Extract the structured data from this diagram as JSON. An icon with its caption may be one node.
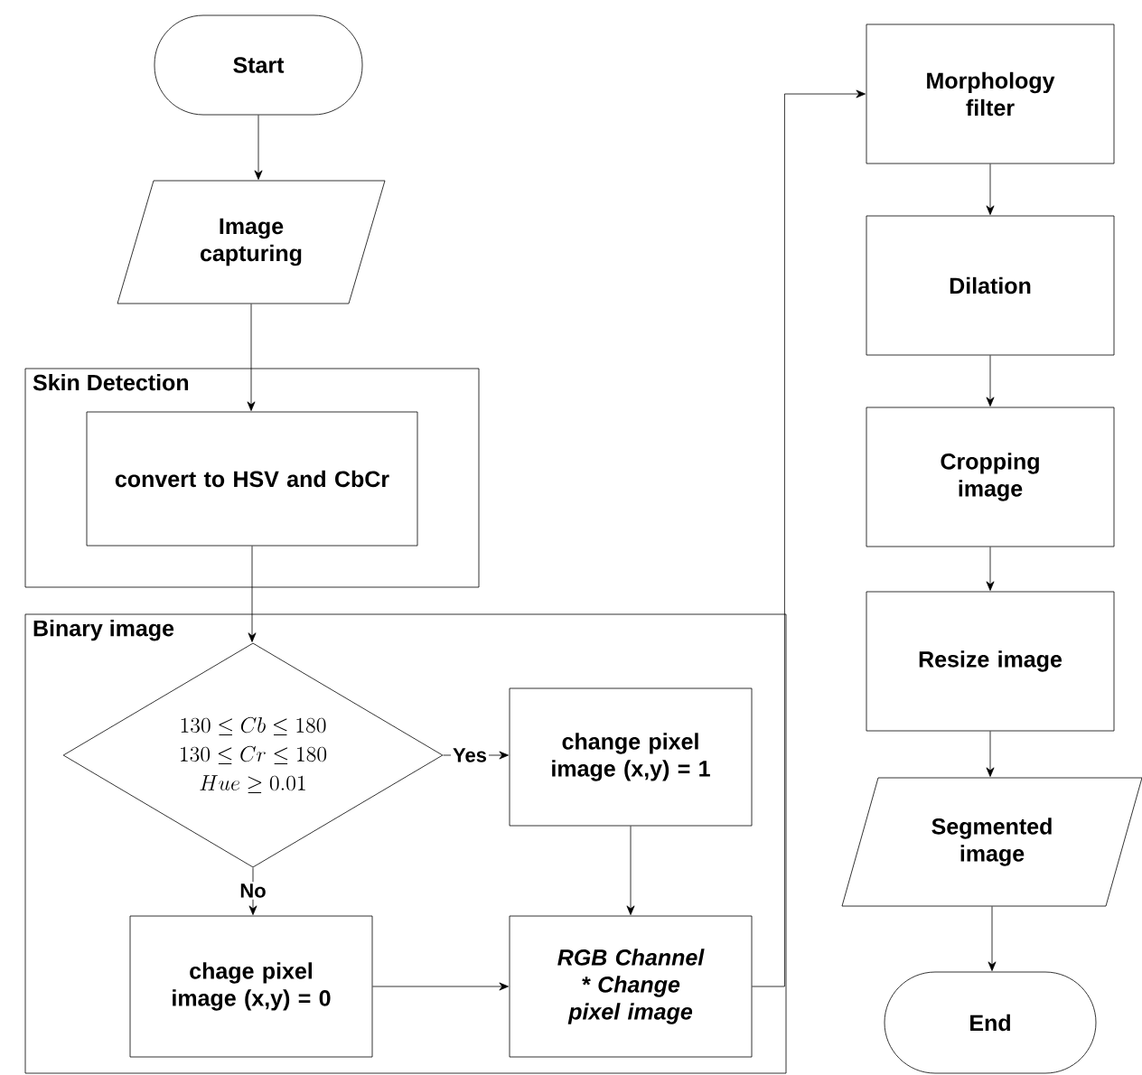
{
  "diagram": {
    "nodes": [
      {
        "text": [
          "Start"
        ]
      },
      {
        "text": [
          "Image capturing"
        ]
      },
      {
        "text": [
          "Skin Detection"
        ]
      },
      {
        "text": [
          "convert to HSV and CbCr"
        ],
        "in": 2
      },
      {
        "text": [
          "Binary image"
        ]
      },
      {
        "text": [
          "130 \\le Cb \\le 180",
          "130 \\le Cr \\le 180",
          "Hue \\ge 0.01"
        ],
        "in": 4
      },
      {
        "text": [
          "change pixel image (x,y) = 1"
        ],
        "in": 4
      },
      {
        "text": [
          "chage pixel image (x,y) = 0"
        ],
        "in": 4
      },
      {
        "text": [
          "RGB Channel * Change pixel image"
        ],
        "in": 4
      },
      {
        "text": [
          "Morphology filter"
        ]
      },
      {
        "text": [
          "Dilation"
        ]
      },
      {
        "text": [
          "Cropping image"
        ]
      },
      {
        "text": [
          "Resize image"
        ]
      },
      {
        "text": [
          "Segmented image"
        ]
      },
      {
        "text": [
          "End"
        ]
      }
    ],
    "edges": [
      {
        "from": 0,
        "to": 1,
        "arrow": "to"
      },
      {
        "from": 1,
        "to": 3,
        "arrow": "to"
      },
      {
        "from": 3,
        "to": 5,
        "arrow": "to"
      },
      {
        "from": 5,
        "to": 6,
        "arrow": "to",
        "label": "Yes"
      },
      {
        "from": 5,
        "to": 7,
        "arrow": "to",
        "label": "No"
      },
      {
        "from": 6,
        "to": 8,
        "arrow": "to"
      },
      {
        "from": 7,
        "to": 8,
        "arrow": "to"
      },
      {
        "from": 8,
        "to": 9,
        "arrow": "to"
      },
      {
        "from": 9,
        "to": 10,
        "arrow": "to"
      },
      {
        "from": 10,
        "to": 11,
        "arrow": "to"
      },
      {
        "from": 11,
        "to": 12,
        "arrow": "to"
      },
      {
        "from": 12,
        "to": 13,
        "arrow": "to"
      },
      {
        "from": 13,
        "to": 14,
        "arrow": "to"
      }
    ]
  }
}
